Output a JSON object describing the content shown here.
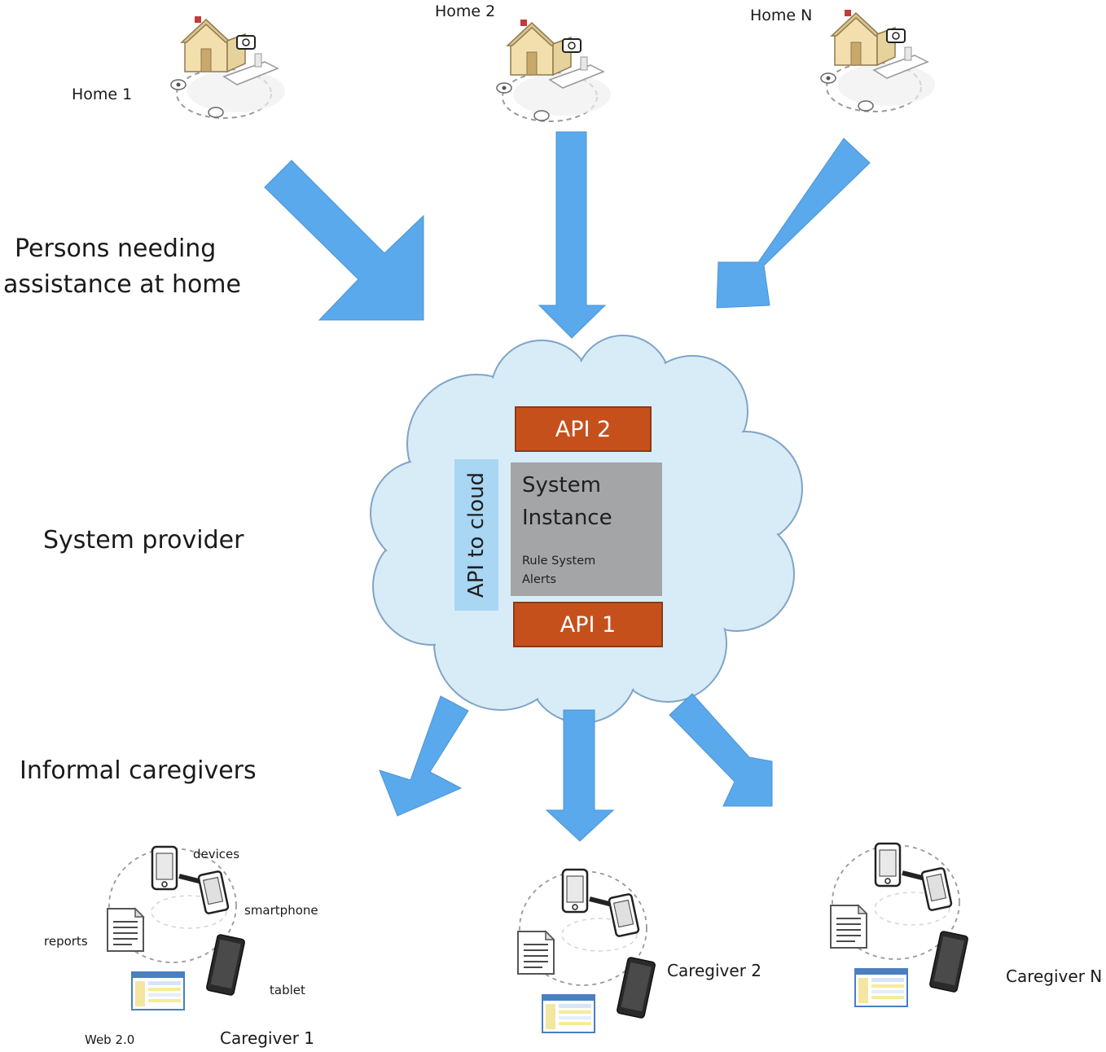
{
  "homes": [
    {
      "label": "Home 1"
    },
    {
      "label": "Home 2"
    },
    {
      "label": "Home N"
    }
  ],
  "tiers": {
    "persons_line1": "Persons needing",
    "persons_line2": "assistance at home",
    "system_provider": "System provider",
    "informal_caregivers": "Informal caregivers"
  },
  "cloud": {
    "api_top": "API 2",
    "api_bottom": "API 1",
    "api_side": "API to cloud",
    "system_title_line1": "System",
    "system_title_line2": "Instance",
    "system_sub_line1": "Rule System",
    "system_sub_line2": "Alerts"
  },
  "devices": {
    "devices": "devices",
    "smartphone": "smartphone",
    "reports": "reports",
    "tablet": "tablet",
    "web": "Web 2.0"
  },
  "caregivers": [
    {
      "label": "Caregiver 1"
    },
    {
      "label": "Caregiver 2"
    },
    {
      "label": "Caregiver N"
    }
  ],
  "colors": {
    "arrow": "#5aa9ec",
    "cloud_fill": "#d8ecf8",
    "cloud_stroke": "#7fa4c6",
    "api_orange": "#c5501c",
    "system_gray": "#a4a5a6",
    "api_side_blue": "#a9d6f2"
  }
}
